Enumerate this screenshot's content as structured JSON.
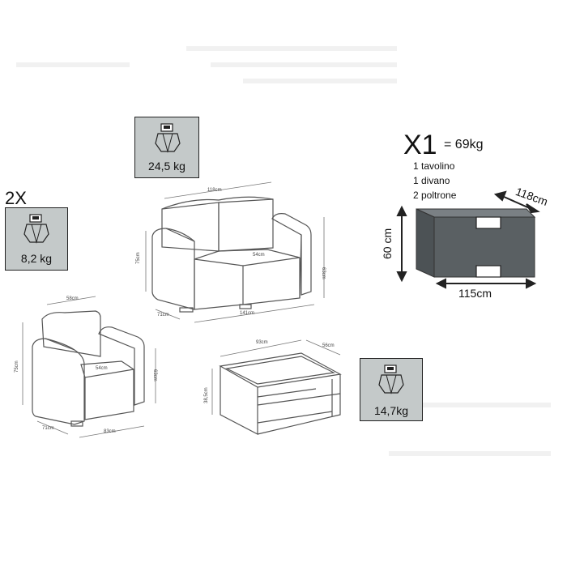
{
  "qty_armchair": "2X",
  "weights": {
    "sofa": "24,5 kg",
    "armchair": "8,2 kg",
    "table": "14,7kg"
  },
  "package": {
    "count": "X1",
    "total_weight": "= 69kg",
    "contents": [
      "1 tavolino",
      "1 divano",
      "2 poltrone"
    ],
    "width": "118cm",
    "height": "60 cm",
    "length": "115cm"
  },
  "dims": {
    "sofa_width": "118cm",
    "sofa_height": "75cm",
    "sofa_height_right": "63cm",
    "sofa_seat": "54cm",
    "sofa_depth": "71cm",
    "sofa_length": "141cm",
    "chair_height": "75cm",
    "chair_top": "58cm",
    "chair_seat": "54cm",
    "chair_height_right": "63cm",
    "chair_depth": "71cm",
    "chair_width": "83cm",
    "table_width": "93cm",
    "table_depth": "56cm",
    "table_height": "38,5cm"
  },
  "colors": {
    "weight_box": "#c4c9c9",
    "package_box": "#5a6063",
    "line": "#555555"
  }
}
